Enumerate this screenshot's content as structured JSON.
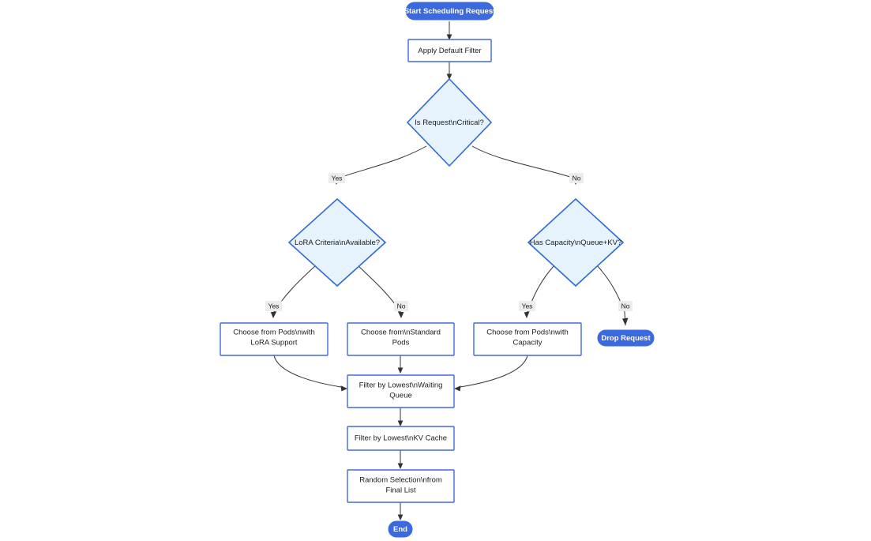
{
  "diagram": {
    "type": "flowchart",
    "orientation": "top-down",
    "background_color": "#ffffff",
    "colors": {
      "terminal_fill": "#3b6ae0",
      "terminal_text": "#ffffff",
      "process_fill": "#ffffff",
      "process_stroke": "#4068e0",
      "decision_fill": "#e7f3fc",
      "decision_stroke": "#2d6ad6",
      "edge_stroke": "#333333",
      "edge_label_bg": "#ececec",
      "text_color": "#1c1c1c"
    },
    "nodes": {
      "start": {
        "label": "Start Scheduling Request",
        "shape": "stadium"
      },
      "apply_default_filter": {
        "label": "Apply Default Filter",
        "shape": "rect"
      },
      "is_request_critical": {
        "label": "Is Request\\nCritical?",
        "shape": "diamond"
      },
      "lora_criteria_available": {
        "label": "LoRA Criteria\\nAvailable?",
        "shape": "diamond"
      },
      "has_capacity": {
        "label": "Has Capacity\\nQueue+KV?",
        "shape": "diamond"
      },
      "choose_pods_lora": {
        "label_line1": "Choose from Pods\\nwith",
        "label_line2": "LoRA Support",
        "shape": "rect"
      },
      "choose_standard_pods": {
        "label_line1": "Choose from\\nStandard",
        "label_line2": "Pods",
        "shape": "rect"
      },
      "choose_pods_capacity": {
        "label_line1": "Choose from Pods\\nwith",
        "label_line2": "Capacity",
        "shape": "rect"
      },
      "drop_request": {
        "label": "Drop Request",
        "shape": "stadium"
      },
      "filter_waiting_queue": {
        "label_line1": "Filter by Lowest\\nWaiting",
        "label_line2": "Queue",
        "shape": "rect"
      },
      "filter_kv_cache": {
        "label": "Filter by Lowest\\nKV Cache",
        "shape": "rect"
      },
      "random_selection": {
        "label_line1": "Random Selection\\nfrom",
        "label_line2": "Final List",
        "shape": "rect"
      },
      "end": {
        "label": "End",
        "shape": "stadium"
      }
    },
    "edge_labels": {
      "critical_yes": "Yes",
      "critical_no": "No",
      "lora_yes": "Yes",
      "lora_no": "No",
      "capacity_yes": "Yes",
      "capacity_no": "No"
    },
    "edges": [
      {
        "from": "start",
        "to": "apply_default_filter",
        "label": ""
      },
      {
        "from": "apply_default_filter",
        "to": "is_request_critical",
        "label": ""
      },
      {
        "from": "is_request_critical",
        "to": "lora_criteria_available",
        "label": "Yes"
      },
      {
        "from": "is_request_critical",
        "to": "has_capacity",
        "label": "No"
      },
      {
        "from": "lora_criteria_available",
        "to": "choose_pods_lora",
        "label": "Yes"
      },
      {
        "from": "lora_criteria_available",
        "to": "choose_standard_pods",
        "label": "No"
      },
      {
        "from": "has_capacity",
        "to": "choose_pods_capacity",
        "label": "Yes"
      },
      {
        "from": "has_capacity",
        "to": "drop_request",
        "label": "No"
      },
      {
        "from": "choose_pods_lora",
        "to": "filter_waiting_queue",
        "label": ""
      },
      {
        "from": "choose_standard_pods",
        "to": "filter_waiting_queue",
        "label": ""
      },
      {
        "from": "choose_pods_capacity",
        "to": "filter_waiting_queue",
        "label": ""
      },
      {
        "from": "filter_waiting_queue",
        "to": "filter_kv_cache",
        "label": ""
      },
      {
        "from": "filter_kv_cache",
        "to": "random_selection",
        "label": ""
      },
      {
        "from": "random_selection",
        "to": "end",
        "label": ""
      }
    ]
  }
}
